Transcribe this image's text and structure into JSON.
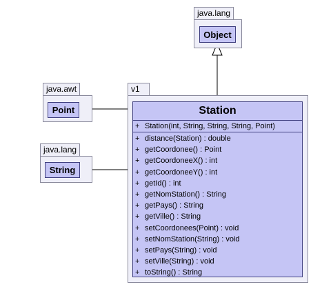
{
  "packages": {
    "java_lang_top": {
      "name": "java.lang",
      "class_name": "Object"
    },
    "java_awt": {
      "name": "java.awt",
      "class_name": "Point"
    },
    "java_lang_left": {
      "name": "java.lang",
      "class_name": "String"
    },
    "v1": {
      "name": "v1"
    }
  },
  "station": {
    "name": "Station",
    "constructors": [
      {
        "vis": "+",
        "sig": "Station(int, String, String, String, Point)"
      }
    ],
    "methods": [
      {
        "vis": "+",
        "sig": "distance(Station) : double"
      },
      {
        "vis": "+",
        "sig": "getCoordonee() : Point"
      },
      {
        "vis": "+",
        "sig": "getCoordoneeX() : int"
      },
      {
        "vis": "+",
        "sig": "getCoordoneeY() : int"
      },
      {
        "vis": "+",
        "sig": "getId() : int"
      },
      {
        "vis": "+",
        "sig": "getNomStation() : String"
      },
      {
        "vis": "+",
        "sig": "getPays() : String"
      },
      {
        "vis": "+",
        "sig": "getVille() : String"
      },
      {
        "vis": "+",
        "sig": "setCoordonees(Point) : void"
      },
      {
        "vis": "+",
        "sig": "setNomStation(String) : void"
      },
      {
        "vis": "+",
        "sig": "setPays(String) : void"
      },
      {
        "vis": "+",
        "sig": "setVille(String) : void"
      },
      {
        "vis": "+",
        "sig": "toString() : String"
      }
    ]
  },
  "colors": {
    "package_fill": "#efeff8",
    "class_fill": "#c5c5f5",
    "class_border": "#404080"
  }
}
